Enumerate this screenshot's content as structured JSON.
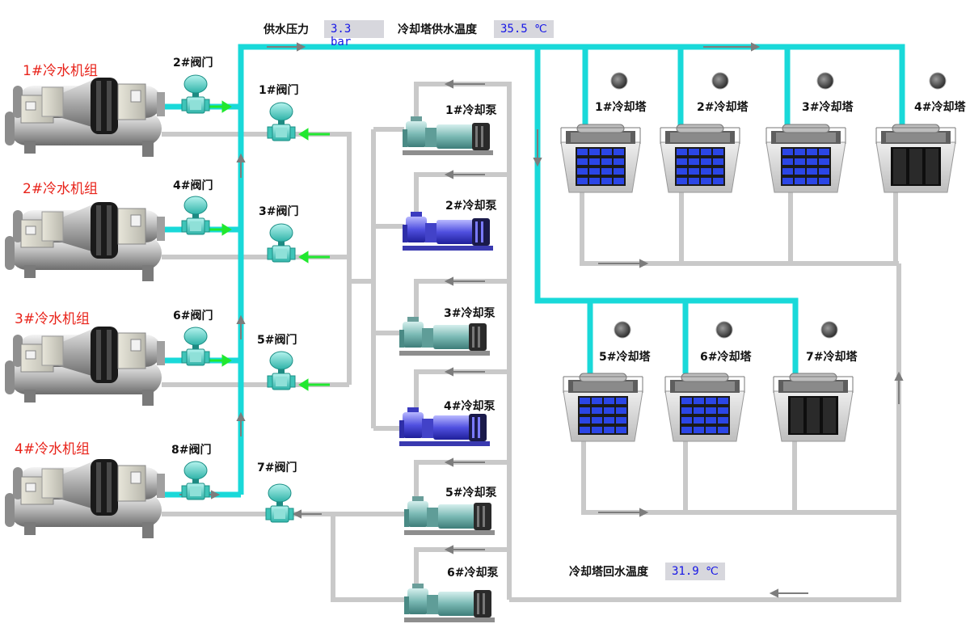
{
  "header": {
    "supply_pressure_label": "供水压力",
    "supply_pressure_value": "3.3 bar",
    "tower_supply_temp_label": "冷却塔供水温度",
    "tower_supply_temp_value": "35.5 ℃"
  },
  "footer": {
    "tower_return_temp_label": "冷却塔回水温度",
    "tower_return_temp_value": "31.9 ℃"
  },
  "chillers": [
    "1#冷水机组",
    "2#冷水机组",
    "3#冷水机组",
    "4#冷水机组"
  ],
  "valves": [
    "1#阀门",
    "2#阀门",
    "3#阀门",
    "4#阀门",
    "5#阀门",
    "6#阀门",
    "7#阀门",
    "8#阀门"
  ],
  "pumps": [
    "1#冷却泵",
    "2#冷却泵",
    "3#冷却泵",
    "4#冷却泵",
    "5#冷却泵",
    "6#冷却泵"
  ],
  "towers": [
    "1#冷却塔",
    "2#冷却塔",
    "3#冷却塔",
    "4#冷却塔",
    "5#冷却塔",
    "6#冷却塔",
    "7#冷却塔"
  ],
  "colors": {
    "supply_pipe": "#19d9d9",
    "return_pipe": "#c9c9c9",
    "flow_arrow": "#21e82f",
    "running_pump": "#4646d8",
    "idle_pump": "#64aaa6",
    "unit_label": "#e8231a",
    "value_text": "#1515e6"
  },
  "status": {
    "towers_running": [
      true,
      true,
      true,
      false,
      true,
      true,
      false
    ],
    "pumps_running": [
      false,
      true,
      false,
      true,
      false,
      false
    ]
  }
}
